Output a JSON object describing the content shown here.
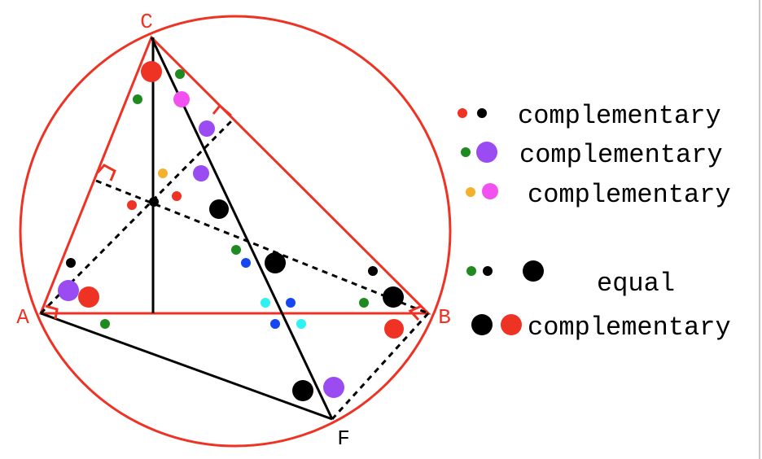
{
  "colors": {
    "red": "#ee3224",
    "black": "#000000",
    "green": "#1f8a1f",
    "purple": "#9a4bf2",
    "orange": "#f2b22e",
    "magenta": "#f251f0",
    "blue": "#1447f2",
    "cyan": "#2ef2f2"
  },
  "points": {
    "A": "A",
    "B": "B",
    "C": "C",
    "F": "F"
  },
  "legend": [
    {
      "dots": [
        "red-small",
        "black-small"
      ],
      "text": "complementary"
    },
    {
      "dots": [
        "green-small",
        "purple-large"
      ],
      "text": "complementary"
    },
    {
      "dots": [
        "orange-small",
        "magenta-medium"
      ],
      "text": "complementary"
    },
    {
      "dots": [
        "green-small",
        "black-small",
        "black-large"
      ],
      "text": "equal"
    },
    {
      "dots": [
        "black-large",
        "red-large"
      ],
      "text": "complementary"
    }
  ]
}
